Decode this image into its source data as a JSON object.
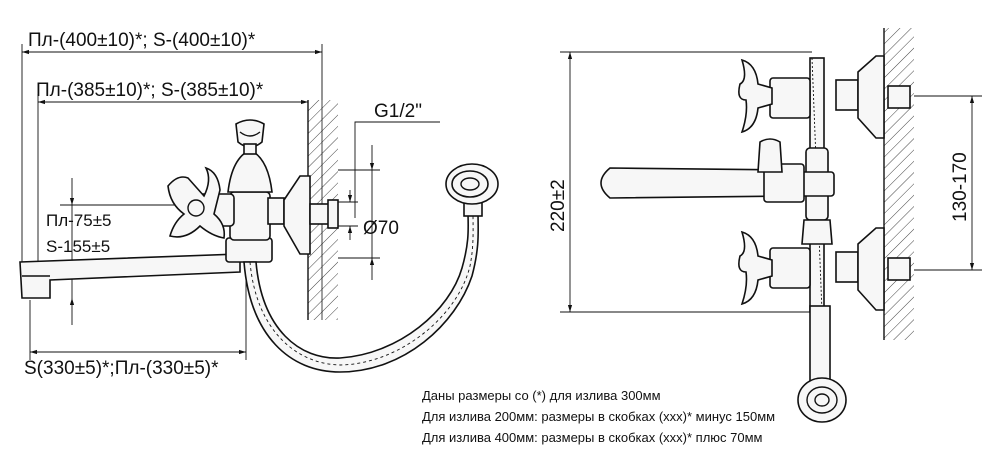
{
  "left_view": {
    "dims": {
      "overall_top": "Пл-(400±10)*; S-(400±10)*",
      "overall_second": "Пл-(385±10)*; S-(385±10)*",
      "thread": "G1/2\"",
      "diameter": "Ø70",
      "height_pl": "Пл-75±5",
      "height_s": "S-155±5",
      "bottom": "S(330±5)*;Пл-(330±5)*"
    }
  },
  "right_view": {
    "dims": {
      "height_total": "220±2",
      "center_distance": "130-170"
    }
  },
  "notes": [
    "Даны размеры со (*) для излива 300мм",
    "Для излива 200мм: размеры в скобках (ххх)* минус 150мм",
    "Для излива 400мм: размеры в скобках (ххх)* плюс 70мм"
  ]
}
